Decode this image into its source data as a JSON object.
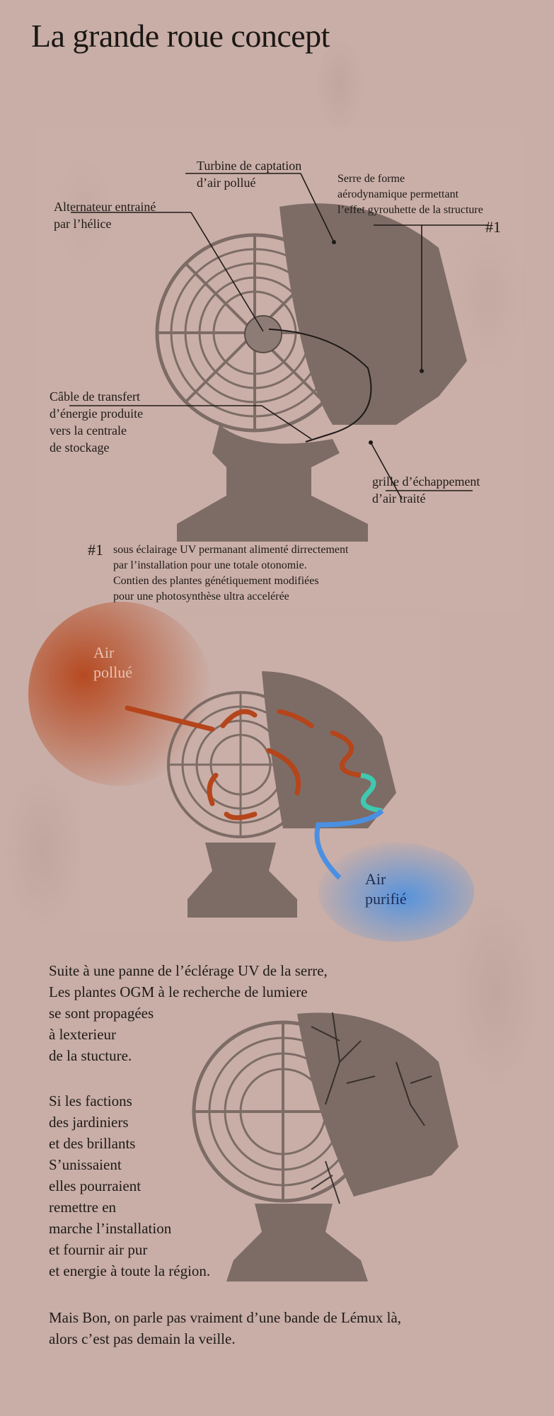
{
  "title": "La grande roue concept",
  "diagram1": {
    "labels": {
      "turbine": [
        "Turbine de captation",
        "d’air pollué"
      ],
      "alternateur": [
        "Alternateur entrainé",
        "par l’hélice"
      ],
      "serre": [
        "Serre de forme",
        "aérodynamique permettant",
        "l’effet gyrouhette de la structure"
      ],
      "serre_ref": "#1",
      "cable": [
        "Câble de transfert",
        "d’énergie produite",
        "vers la centrale",
        "de stockage"
      ],
      "grille": [
        "grille d’échappement",
        "d’air traité"
      ]
    },
    "footnote": {
      "ref": "#1",
      "lines": [
        "sous éclairage UV permanant alimenté dirrectement",
        "par l’installation pour une totale otonomie.",
        "Contien des plantes génétiquement modifiées",
        "pour une photosynthèse ultra accelérée"
      ]
    }
  },
  "diagram2": {
    "polluted_label": [
      "Air",
      "pollué"
    ],
    "purified_label": [
      "Air",
      "purifié"
    ],
    "colors": {
      "polluted": "#b5451b",
      "purified": "#4a90e2",
      "transition": "#3ec9b0"
    }
  },
  "story": {
    "para1": [
      "Suite à une panne de l’éclérage UV de la serre,",
      "Les plantes OGM à le recherche de lumiere",
      "se sont propagées",
      "à lexterieur",
      "de la stucture."
    ],
    "para2": [
      "Si les factions",
      "des jardiniers",
      "et des brillants",
      "S’unissaient",
      "elles pourraient",
      "remettre en",
      "marche l’installation",
      "et fournir air pur",
      "et energie à toute la région."
    ],
    "para3": [
      "Mais Bon, on parle pas vraiment d’une bande de Lémux là,",
      "alors c’est pas demain la veille."
    ]
  },
  "colors": {
    "background": "#c8aea7",
    "machine": "#7d6c66",
    "text": "#1f1a17"
  }
}
